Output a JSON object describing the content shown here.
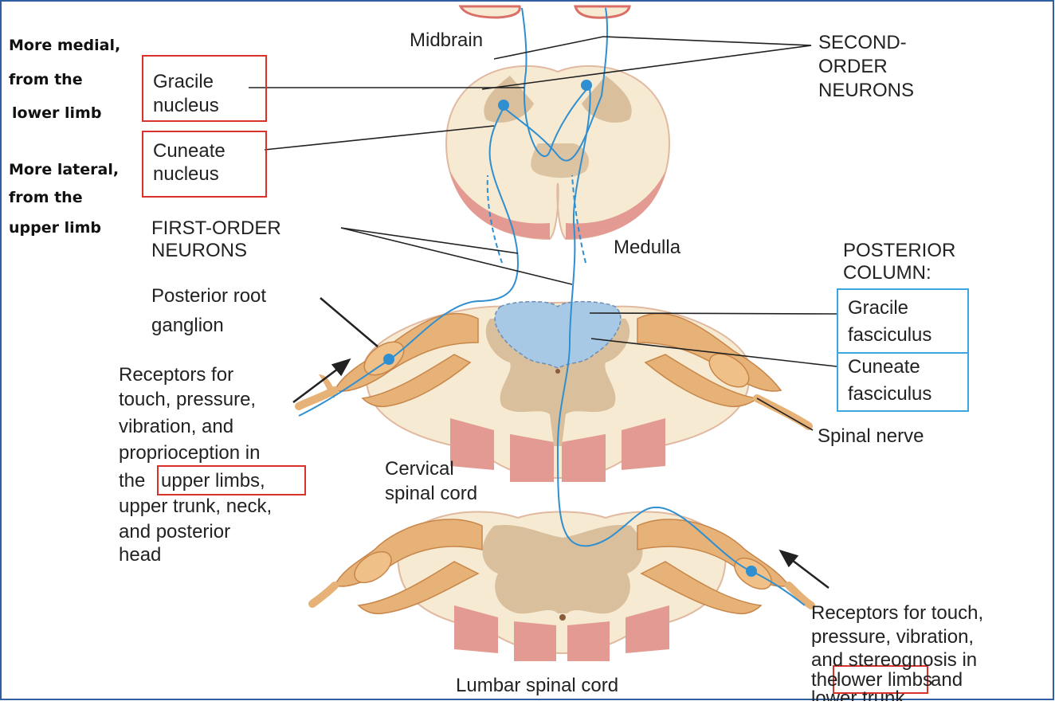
{
  "colors": {
    "border": "#2f5fa0",
    "tissue": "#f6ead2",
    "grey_matter": "#d9bf9c",
    "nerve": "#e7b277",
    "red_edge": "#d96f66",
    "fasciculus": "#a8c9e6",
    "neuron": "#2f8fd0",
    "highlight_red": "#d8322b",
    "highlight_blue": "#3aa7e0"
  },
  "annotations": {
    "medial": [
      "More medial,",
      "from the",
      "lower limb"
    ],
    "lateral": [
      "More lateral,",
      "from the",
      "upper limb"
    ]
  },
  "labels": {
    "midbrain": "Midbrain",
    "second_order": [
      "SECOND-",
      "ORDER",
      "NEURONS"
    ],
    "gracile_nucleus": [
      "Gracile",
      "nucleus"
    ],
    "cuneate_nucleus": [
      "Cuneate",
      "nucleus"
    ],
    "first_order": [
      "FIRST-ORDER",
      "NEURONS"
    ],
    "medulla": "Medulla",
    "posterior_column": [
      "POSTERIOR",
      "COLUMN:"
    ],
    "gracile_fasciculus": [
      "Gracile",
      "fasciculus"
    ],
    "cuneate_fasciculus": [
      "Cuneate",
      "fasciculus"
    ],
    "posterior_root_ganglion": [
      "Posterior root",
      "ganglion"
    ],
    "receptors_upper": [
      "Receptors for",
      "touch, pressure,",
      "vibration, and",
      "proprioception in",
      "the",
      "upper limbs,",
      "upper trunk, neck,",
      "and posterior",
      "head"
    ],
    "cervical": [
      "Cervical",
      "spinal cord"
    ],
    "spinal_nerve": "Spinal nerve",
    "lumbar": "Lumbar spinal cord",
    "receptors_lower": [
      "Receptors for touch,",
      "pressure, vibration,",
      "and stereognosis in",
      "the",
      "lower limbs",
      "and",
      "lower trunk"
    ]
  }
}
